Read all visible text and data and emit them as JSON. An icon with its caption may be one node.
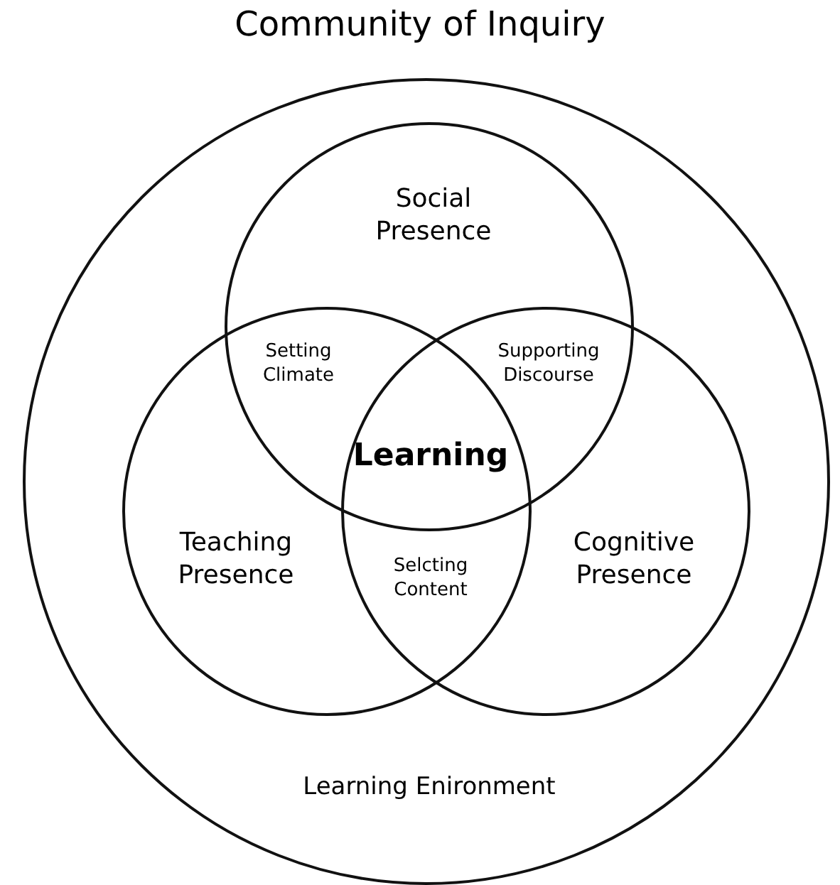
{
  "diagram": {
    "title": "Community of Inquiry",
    "nodes": [
      {
        "text": [
          "Learning Enironment"
        ]
      },
      {
        "text": [
          "Social Presence"
        ],
        "in": 0
      },
      {
        "text": [
          "Teaching Presence"
        ],
        "in": 0
      },
      {
        "text": [
          "Cognitive Presence"
        ],
        "in": 0
      }
    ],
    "labels": [
      "Setting Climate",
      "Supporting Discourse",
      "Learning",
      "Selcting Content"
    ]
  }
}
